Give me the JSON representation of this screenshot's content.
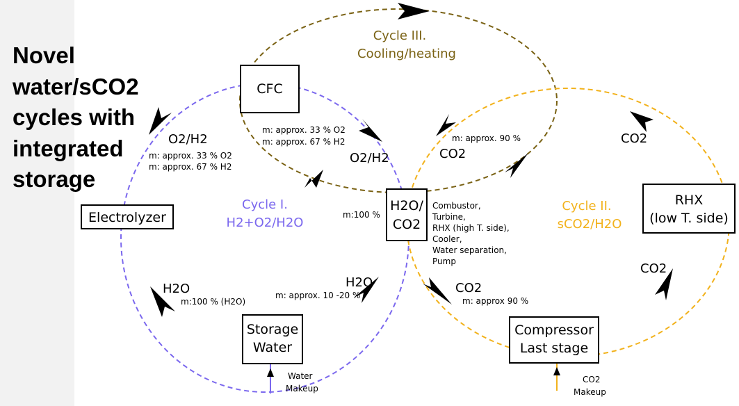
{
  "headline": {
    "lines": [
      "Novel",
      "water/sCO2",
      "cycles with",
      "integrated",
      "storage"
    ]
  },
  "colors": {
    "cycle1": "#7b68ee",
    "cycle2": "#f2b21c",
    "cycle3": "#7a6214",
    "sidebar": "#f2f2f2"
  },
  "cycles": {
    "c1": {
      "line1": "Cycle I.",
      "line2": "H2+O2/H2O"
    },
    "c2": {
      "line1": "Cycle II.",
      "line2": "sCO2/H2O"
    },
    "c3": {
      "line1": "Cycle III.",
      "line2": "Cooling/heating"
    }
  },
  "nodes": {
    "cfc": "CFC",
    "electrolyzer": "Electrolyzer",
    "storage": {
      "line1": "Storage",
      "line2": "Water"
    },
    "combustor": {
      "line1": "H2O/",
      "line2": "CO2"
    },
    "rhx": {
      "line1": "RHX",
      "line2": "(low T. side)"
    },
    "compressor": {
      "line1": "Compressor",
      "line2": "Last stage"
    }
  },
  "combustor_steps": [
    "Combustor,",
    "Turbine,",
    "RHX (high T. side),",
    "Cooler,",
    "Water separation,",
    "Pump"
  ],
  "flows": {
    "o2h2_left": {
      "label": "O2/H2",
      "m1": "m: approx. 33 % O2",
      "m2": "m: approx. 67 % H2"
    },
    "o2h2_right": {
      "label": "O2/H2",
      "m1": "m: approx. 33 % O2",
      "m2": "m: approx. 67 % H2"
    },
    "co2_top": {
      "label": "CO2",
      "m": "m: approx. 90 %"
    },
    "co2_bottom": {
      "label": "CO2",
      "m": "m: approx 90 %"
    },
    "co2_right_top": {
      "label": "CO2"
    },
    "co2_right_bottom": {
      "label": "CO2"
    },
    "h2o_left": {
      "label": "H2O",
      "m": "m:100 % (H2O)"
    },
    "h2o_right": {
      "label": "H2O",
      "m": "m: approx. 10 -20 %"
    },
    "m100": "m:100 %"
  },
  "makeup": {
    "water": {
      "line1": "Water",
      "line2": "Makeup"
    },
    "co2": {
      "line1": "CO2",
      "line2": "Makeup"
    }
  }
}
